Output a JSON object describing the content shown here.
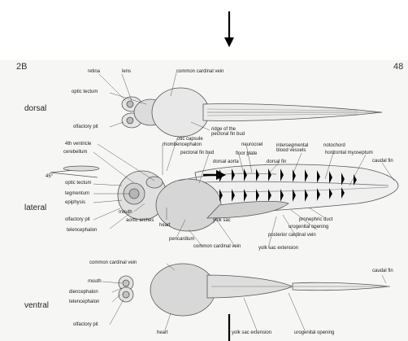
{
  "figure": {
    "panel_id": "2B",
    "page_number": "48"
  },
  "views": {
    "dorsal": "dorsal",
    "lateral": "lateral",
    "ventral": "ventral"
  },
  "angle": "45°",
  "labels": {
    "retina": "retina",
    "lens": "lens",
    "common_cardinal_vein_dorsal": "common cardinal vein",
    "optic_tectum_dorsal": "optic tectum",
    "olfactory_pit_dorsal": "olfactory pit",
    "ridge_pectoral": "ridge of the\npectoral fin bud",
    "otic_capsule": "otic capsule",
    "fourth_ventricle": "4th ventricle",
    "rhombencephalon": "rhombencephalon",
    "cerebellum": "cerebellum",
    "pectoral_fin_bud": "pectoral fin bud",
    "neurocoel": "neurocoel",
    "floor_plate": "floor plate",
    "dorsal_aorta": "dorsal aorta",
    "dorsal_fin": "dorsal fin",
    "intersegmental_blood_vessels": "intersegmental\nblood vessels",
    "notochord": "notochord",
    "horizontal_myoseptum": "horizontal myoseptum",
    "caudal_fin_lateral": "caudal fin",
    "optic_tectum_lateral": "optic tectum",
    "tegmentum": "tegmentum",
    "epiphysis": "epiphysis",
    "olfactory_pit_lateral": "olfactory pit",
    "telencephalon_lateral": "telencephalon",
    "mouth_lateral": "mouth",
    "aortic_arches": "aortic arches",
    "heart_lateral": "heart",
    "pericardium": "pericardium",
    "common_cardinal_vein_lateral": "common cardinal vein",
    "yolk_sac": "yolk sac",
    "yolk_sac_extension_lateral": "yolk sac extension",
    "posterior_cardinal_vein": "posterior cardinal vein",
    "urogenital_opening_lateral": "urogenital opening",
    "pronephric_duct": "pronephric duct",
    "common_cardinal_vein_ventral": "common cardinal vein",
    "mouth_ventral": "mouth",
    "diencephalon": "diencephalon",
    "telencephalon_ventral": "telencephalon",
    "olfactory_pit_ventral": "olfactory pit",
    "heart_ventral": "heart",
    "yolk_sac_extension_ventral": "yolk sac extension",
    "urogenital_opening_ventral": "urogenital opening",
    "caudal_fin_ventral": "caudal fin"
  }
}
